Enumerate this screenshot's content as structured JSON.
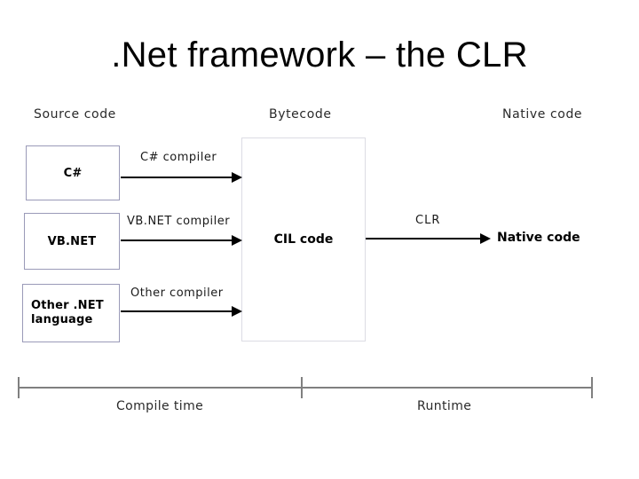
{
  "slide": {
    "title": ".Net framework – the CLR"
  },
  "columns": {
    "source": "Source code",
    "bytecode": "Bytecode",
    "native": "Native code"
  },
  "source_boxes": [
    {
      "label": "C#"
    },
    {
      "label": "VB.NET"
    },
    {
      "label_line1": "Other .NET",
      "label_line2": "language"
    }
  ],
  "center_box": {
    "label": "CIL code"
  },
  "arrows": [
    {
      "label": "C# compiler"
    },
    {
      "label": "VB.NET compiler"
    },
    {
      "label": "Other compiler"
    },
    {
      "label": "CLR"
    }
  ],
  "output": {
    "native_code": "Native code"
  },
  "timeline": {
    "compile": "Compile time",
    "runtime": "Runtime"
  },
  "colors": {
    "source_box_border": "#9a9ab8",
    "center_box_border": "#dcdce4",
    "arrow": "#000000",
    "timeline": "#808080",
    "text": "#000000",
    "background": "#ffffff"
  }
}
